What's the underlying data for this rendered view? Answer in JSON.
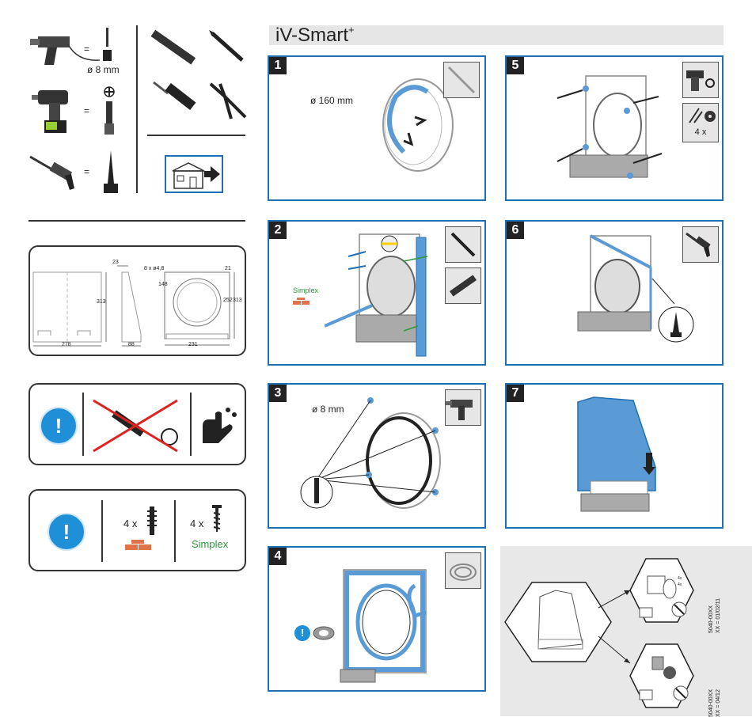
{
  "title": {
    "main": "iV-Smart",
    "sup": "+"
  },
  "tools": {
    "drill_bit_label": "ø 8 mm",
    "equals": "="
  },
  "dimensions": {
    "hole_label": "8 x ø4,8",
    "d1": "23",
    "d2": "148",
    "d3": "21",
    "d4": "313",
    "d5": "313",
    "d6": "252",
    "d7": "278",
    "d8": "88",
    "d9": "231",
    "d10": "313"
  },
  "warning_box_2": {
    "qty_dowel": "4 x",
    "qty_screw": "4 x",
    "screw_label": "Simplex"
  },
  "steps": [
    {
      "num": "1",
      "label": "ø 160 mm"
    },
    {
      "num": "2",
      "label": "Simplex"
    },
    {
      "num": "3",
      "label": "ø 8 mm"
    },
    {
      "num": "4",
      "label": ""
    },
    {
      "num": "5",
      "label": "4 x"
    },
    {
      "num": "6",
      "label": ""
    },
    {
      "num": "7",
      "label": ""
    }
  ],
  "variants": {
    "a_code": "5040-00XX",
    "a_xx": "XX = 01/02/11",
    "a_qty1": "4x",
    "a_qty2": "4x",
    "b_code": "5040-00XX",
    "b_xx": "XX = 04/12"
  },
  "colors": {
    "accent_blue": "#1f6fb2",
    "light_blue": "#5b9bd5",
    "green": "#2e9a3a",
    "brick": "#e0734a"
  }
}
